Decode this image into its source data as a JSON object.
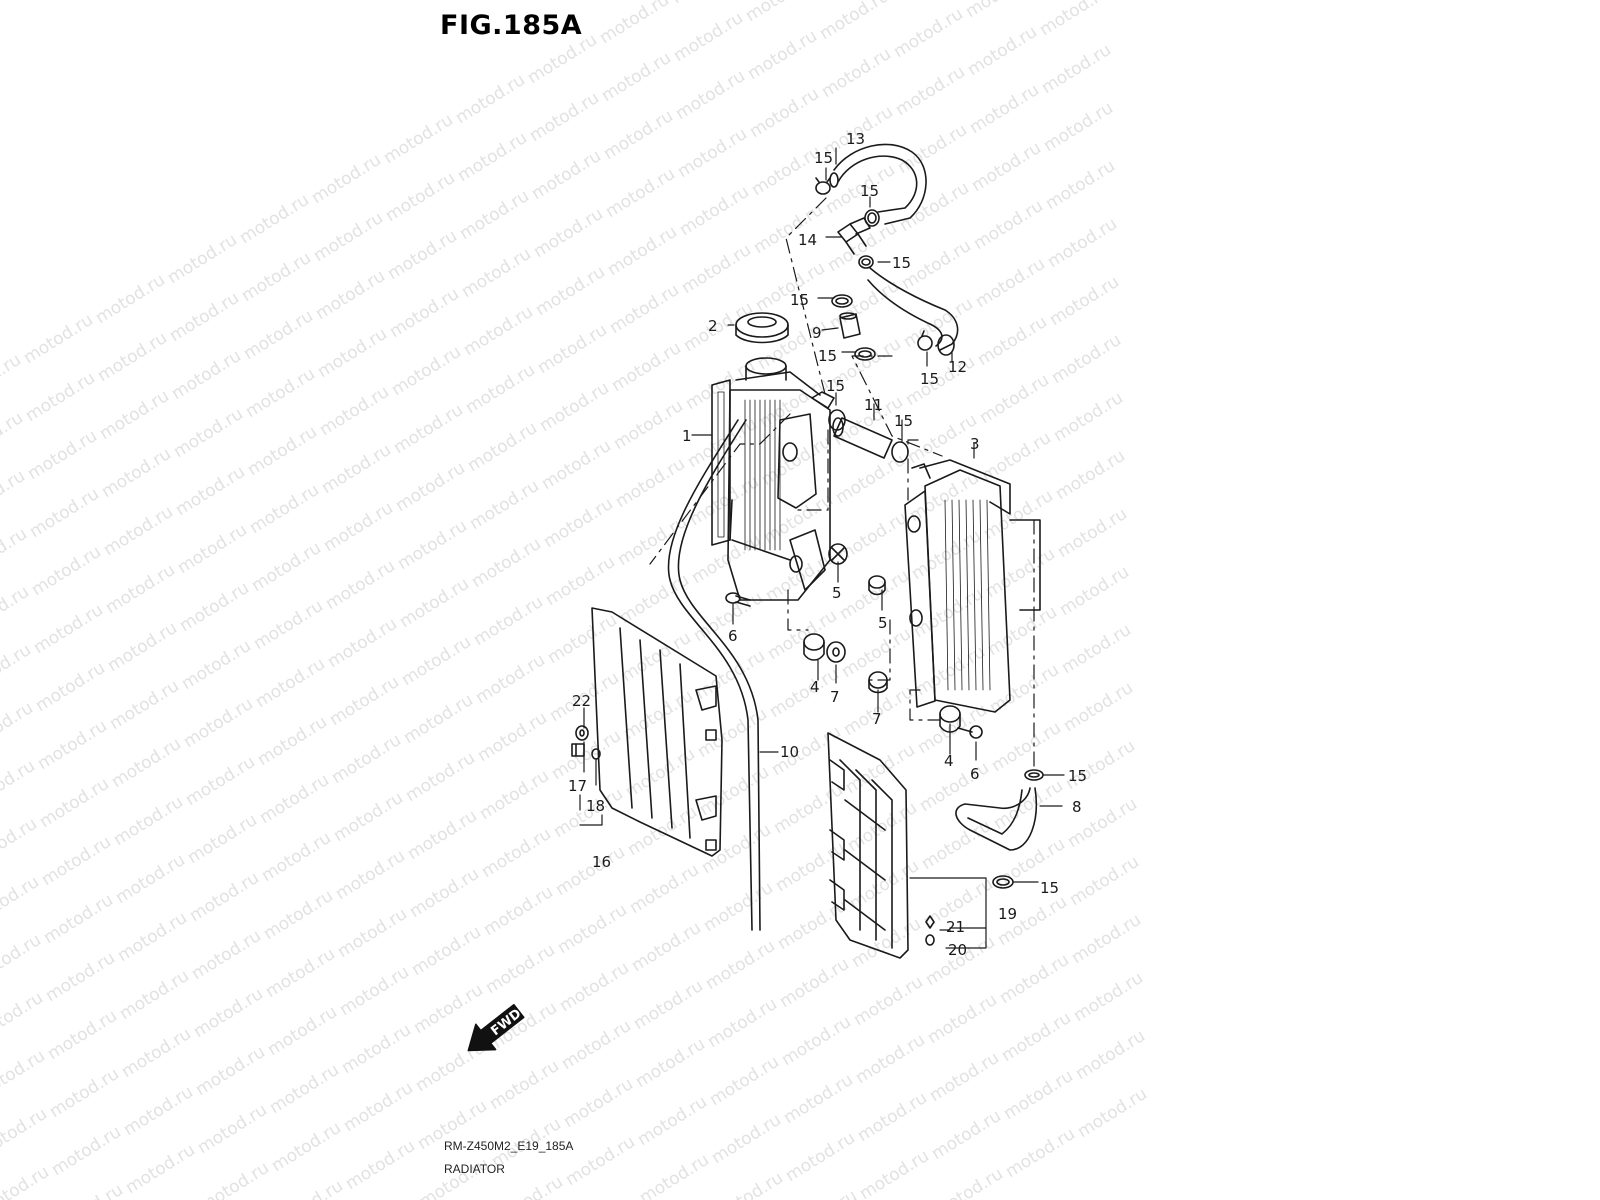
{
  "figure": {
    "number": "FIG.185A",
    "code": "RM-Z450M2_E19_185A",
    "title": "RADIATOR"
  },
  "watermark": {
    "text": "motod.ru",
    "color": "#e2e2e2"
  },
  "fwd_label": "FWD",
  "callouts": [
    {
      "key": "c13",
      "text": "13"
    },
    {
      "key": "c15a",
      "text": "15"
    },
    {
      "key": "c15b",
      "text": "15"
    },
    {
      "key": "c14",
      "text": "14"
    },
    {
      "key": "c15c",
      "text": "15"
    },
    {
      "key": "c15d",
      "text": "15"
    },
    {
      "key": "c2",
      "text": "2"
    },
    {
      "key": "c9",
      "text": "9"
    },
    {
      "key": "c15e",
      "text": "15"
    },
    {
      "key": "c12",
      "text": "12"
    },
    {
      "key": "c15f",
      "text": "15"
    },
    {
      "key": "c15g",
      "text": "15"
    },
    {
      "key": "c11",
      "text": "11"
    },
    {
      "key": "c15h",
      "text": "15"
    },
    {
      "key": "c1",
      "text": "1"
    },
    {
      "key": "c3",
      "text": "3"
    },
    {
      "key": "c5a",
      "text": "5"
    },
    {
      "key": "c5b",
      "text": "5"
    },
    {
      "key": "c6a",
      "text": "6"
    },
    {
      "key": "c4a",
      "text": "4"
    },
    {
      "key": "c7a",
      "text": "7"
    },
    {
      "key": "c7b",
      "text": "7"
    },
    {
      "key": "c22",
      "text": "22"
    },
    {
      "key": "c10",
      "text": "10"
    },
    {
      "key": "c17",
      "text": "17"
    },
    {
      "key": "c18",
      "text": "18"
    },
    {
      "key": "c16",
      "text": "16"
    },
    {
      "key": "c4b",
      "text": "4"
    },
    {
      "key": "c6b",
      "text": "6"
    },
    {
      "key": "c15i",
      "text": "15"
    },
    {
      "key": "c8",
      "text": "8"
    },
    {
      "key": "c15j",
      "text": "15"
    },
    {
      "key": "c19",
      "text": "19"
    },
    {
      "key": "c21",
      "text": "21"
    },
    {
      "key": "c20",
      "text": "20"
    }
  ]
}
